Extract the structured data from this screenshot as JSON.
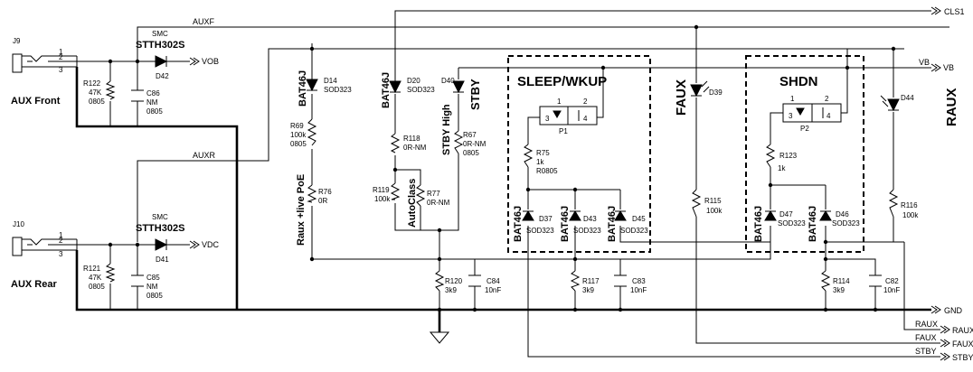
{
  "nets": {
    "auxf": "AUXF",
    "auxr": "AUXR",
    "cls1": "CLS1",
    "vob": "VOB",
    "vdc": "VDC",
    "vb_a": "VB",
    "vb_b": "VB",
    "gnd": "GND",
    "raux_a": "RAUX",
    "raux_b": "RAUX",
    "faux_a": "FAUX",
    "faux_b": "FAUX",
    "stby_a": "STBY",
    "stby_b": "STBY"
  },
  "connectors": {
    "j9": "J9",
    "j10": "J10",
    "pin1": "1",
    "pin2": "2",
    "pin3": "3",
    "aux_front": "AUX Front",
    "aux_rear": "AUX Rear"
  },
  "front": {
    "r_ref": "R122",
    "r_val": "47K",
    "r_pkg": "0805",
    "c_ref": "C86",
    "c_val": "NM",
    "c_pkg": "0805",
    "d_mfr": "SMC",
    "d_part": "STTH302S",
    "d_ref": "D42"
  },
  "rear": {
    "r_ref": "R121",
    "r_val": "47K",
    "r_pkg": "0805",
    "c_ref": "C85",
    "c_val": "NM",
    "c_pkg": "0805",
    "d_mfr": "SMC",
    "d_part": "STTH302S",
    "d_ref": "D41"
  },
  "poe": {
    "d14_part": "BAT46J",
    "d14_ref": "D14",
    "d14_pkg": "SOD323",
    "r69_ref": "R69",
    "r69_val": "100k",
    "r69_pkg": "0805",
    "r76_ref": "R76",
    "r76_val": "0R",
    "label": "Raux +live PoE"
  },
  "autoclass": {
    "d20_part": "BAT46J",
    "d20_ref": "D20",
    "d20_pkg": "SOD323",
    "r118_ref": "R118",
    "r118_val": "0R-NM",
    "r119_ref": "R119",
    "r119_val": "100k",
    "r77_ref": "R77",
    "r77_val": "0R-NM",
    "label": "AutoClass"
  },
  "stby": {
    "d40_ref": "D40",
    "label_high": "STBY High",
    "label": "STBY",
    "r67_ref": "R67",
    "r67_val": "0R-NM",
    "r67_pkg": "0805",
    "r120_ref": "R120",
    "r120_val": "3k9",
    "c84_ref": "C84",
    "c84_val": "10nF"
  },
  "sleep": {
    "title": "SLEEP/WKUP",
    "p_ref": "P1",
    "p1": "1",
    "p2": "2",
    "p3": "3",
    "p4": "4",
    "r75_ref": "R75",
    "r75_val": "1k",
    "r75_pkg": "R0805",
    "d37_part": "BAT46J",
    "d37_ref": "D37",
    "d37_pkg": "SOD323",
    "d43_part": "BAT46J",
    "d43_ref": "D43",
    "d43_pkg": "SOD323",
    "d45_part": "BAT46J",
    "d45_ref": "D45",
    "d45_pkg": "SOD323",
    "r117_ref": "R117",
    "r117_val": "3k9",
    "c83_ref": "C83",
    "c83_val": "10nF"
  },
  "faux": {
    "label": "FAUX",
    "d39_ref": "D39",
    "r115_ref": "R115",
    "r115_val": "100k"
  },
  "shdn": {
    "title": "SHDN",
    "p_ref": "P2",
    "p1": "1",
    "p2": "2",
    "p3": "3",
    "p4": "4",
    "r123_ref": "R123",
    "r123_val": "1k",
    "d47_part": "BAT46J",
    "d47_ref": "D47",
    "d47_pkg": "SOD323",
    "d46_part": "BAT46J",
    "d46_ref": "D46",
    "d46_pkg": "SOD323",
    "r114_ref": "R114",
    "r114_val": "3k9",
    "c82_ref": "C82",
    "c82_val": "10nF"
  },
  "raux": {
    "label": "RAUX",
    "d44_ref": "D44",
    "r116_ref": "R116",
    "r116_val": "100k"
  }
}
